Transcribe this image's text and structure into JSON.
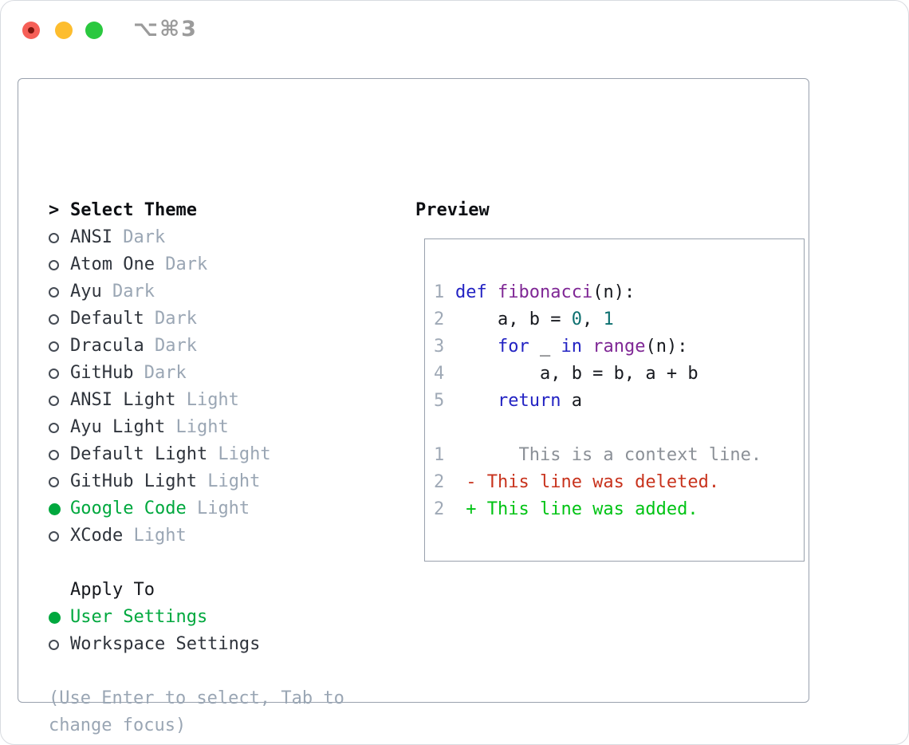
{
  "window": {
    "title_shortcut": "⌥⌘3"
  },
  "theme_selector": {
    "cursor": ">",
    "header": "Select Theme",
    "items": [
      {
        "name": "ANSI",
        "variant": "Dark",
        "selected": false
      },
      {
        "name": "Atom One",
        "variant": "Dark",
        "selected": false
      },
      {
        "name": "Ayu",
        "variant": "Dark",
        "selected": false
      },
      {
        "name": "Default",
        "variant": "Dark",
        "selected": false
      },
      {
        "name": "Dracula",
        "variant": "Dark",
        "selected": false
      },
      {
        "name": "GitHub",
        "variant": "Dark",
        "selected": false
      },
      {
        "name": "ANSI Light",
        "variant": "Light",
        "selected": false
      },
      {
        "name": "Ayu Light",
        "variant": "Light",
        "selected": false
      },
      {
        "name": "Default Light",
        "variant": "Light",
        "selected": false
      },
      {
        "name": "GitHub Light",
        "variant": "Light",
        "selected": false
      },
      {
        "name": "Google Code",
        "variant": "Light",
        "selected": true
      },
      {
        "name": "XCode",
        "variant": "Light",
        "selected": false
      }
    ]
  },
  "apply_to": {
    "label": "Apply To",
    "options": [
      {
        "label": "User Settings",
        "selected": true
      },
      {
        "label": "Workspace Settings",
        "selected": false
      }
    ]
  },
  "footer": {
    "line1": "(Use Enter to select, Tab to",
    "line2": "change focus)"
  },
  "preview": {
    "label": "Preview",
    "lines": [
      {
        "num": "1",
        "tokens": [
          [
            "kwd",
            "def"
          ],
          [
            "pln",
            " "
          ],
          [
            "typ",
            "fibonacci"
          ],
          [
            "pln",
            "(n):"
          ]
        ]
      },
      {
        "num": "2",
        "tokens": [
          [
            "pln",
            "    a, b = "
          ],
          [
            "lit",
            "0"
          ],
          [
            "pln",
            ", "
          ],
          [
            "lit",
            "1"
          ]
        ]
      },
      {
        "num": "3",
        "tokens": [
          [
            "pln",
            "    "
          ],
          [
            "kwd",
            "for"
          ],
          [
            "pln",
            " _ "
          ],
          [
            "kwd",
            "in"
          ],
          [
            "pln",
            " "
          ],
          [
            "typ",
            "range"
          ],
          [
            "pln",
            "(n):"
          ]
        ]
      },
      {
        "num": "4",
        "tokens": [
          [
            "pln",
            "        a, b = b, a + b"
          ]
        ]
      },
      {
        "num": "5",
        "tokens": [
          [
            "pln",
            "    "
          ],
          [
            "kwd",
            "return"
          ],
          [
            "pln",
            " a"
          ]
        ]
      },
      {
        "num": "",
        "tokens": []
      },
      {
        "num": "1",
        "tokens": [
          [
            "ctx",
            "      This is a context line."
          ]
        ]
      },
      {
        "num": "2",
        "tokens": [
          [
            "del",
            " - This line was deleted."
          ]
        ]
      },
      {
        "num": "2",
        "tokens": [
          [
            "add",
            " + This line was added."
          ]
        ]
      }
    ]
  },
  "colors": {
    "accent-green": "#00a83e",
    "diff-added": "#00c314",
    "diff-deleted": "#c8331d",
    "context-gray": "#8b9097",
    "keyword-blue": "#2323c3",
    "type-purple": "#7f2795",
    "literal-teal": "#0d7070",
    "code-black": "#17191f",
    "line-number": "#9fa9b6",
    "muted-gray": "#9aa6b4",
    "border-gray": "#99a1ad",
    "traffic-red": "#f65f57",
    "traffic-yellow": "#fdbd2e",
    "traffic-green": "#2ac83f"
  }
}
